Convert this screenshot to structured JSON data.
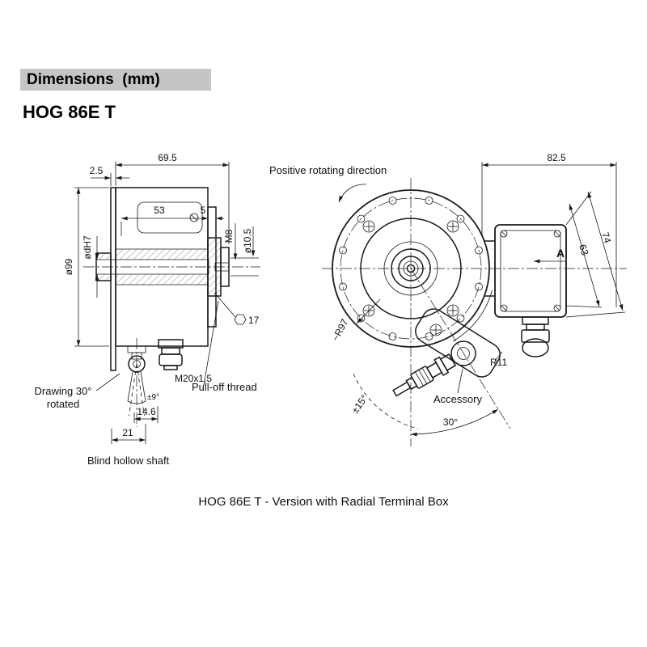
{
  "page": {
    "section_header": "Dimensions  (mm)",
    "model_title": "HOG 86E T",
    "caption": "HOG 86E T - Version with Radial Terminal Box"
  },
  "colors": {
    "header_bar": "#c5c5c5",
    "line": "#1a1a1a"
  },
  "side_view": {
    "dimensions": {
      "total_depth": "69.5",
      "plate_thickness": "2.5",
      "body_depth": "53",
      "step": "5",
      "shaft_thread": "M8",
      "bore_end": "ø10.5",
      "outer_diameter": "ø99",
      "shaft_bore": "ødH7",
      "hex_size": "17",
      "gland_thread": "M20x1.5",
      "swing_angle": "±9°",
      "clamp_width": "14.6",
      "clamp_length": "21"
    },
    "labels": {
      "pull_off_thread": "Pull-off thread",
      "drawing_rotated_line1": "Drawing 30°",
      "drawing_rotated_line2": "rotated",
      "blind_hollow_shaft": "Blind hollow shaft"
    }
  },
  "front_view": {
    "dimensions": {
      "box_span": "82.5",
      "diag_74": "74",
      "diag_63": "63",
      "radius_outer": "~R97",
      "radius_bracket": "R11",
      "swing_angle": "±15°",
      "mount_angle": "30°"
    },
    "labels": {
      "rotation_note": "Positive rotating direction",
      "view_arrow": "A",
      "accessory": "Accessory"
    }
  }
}
